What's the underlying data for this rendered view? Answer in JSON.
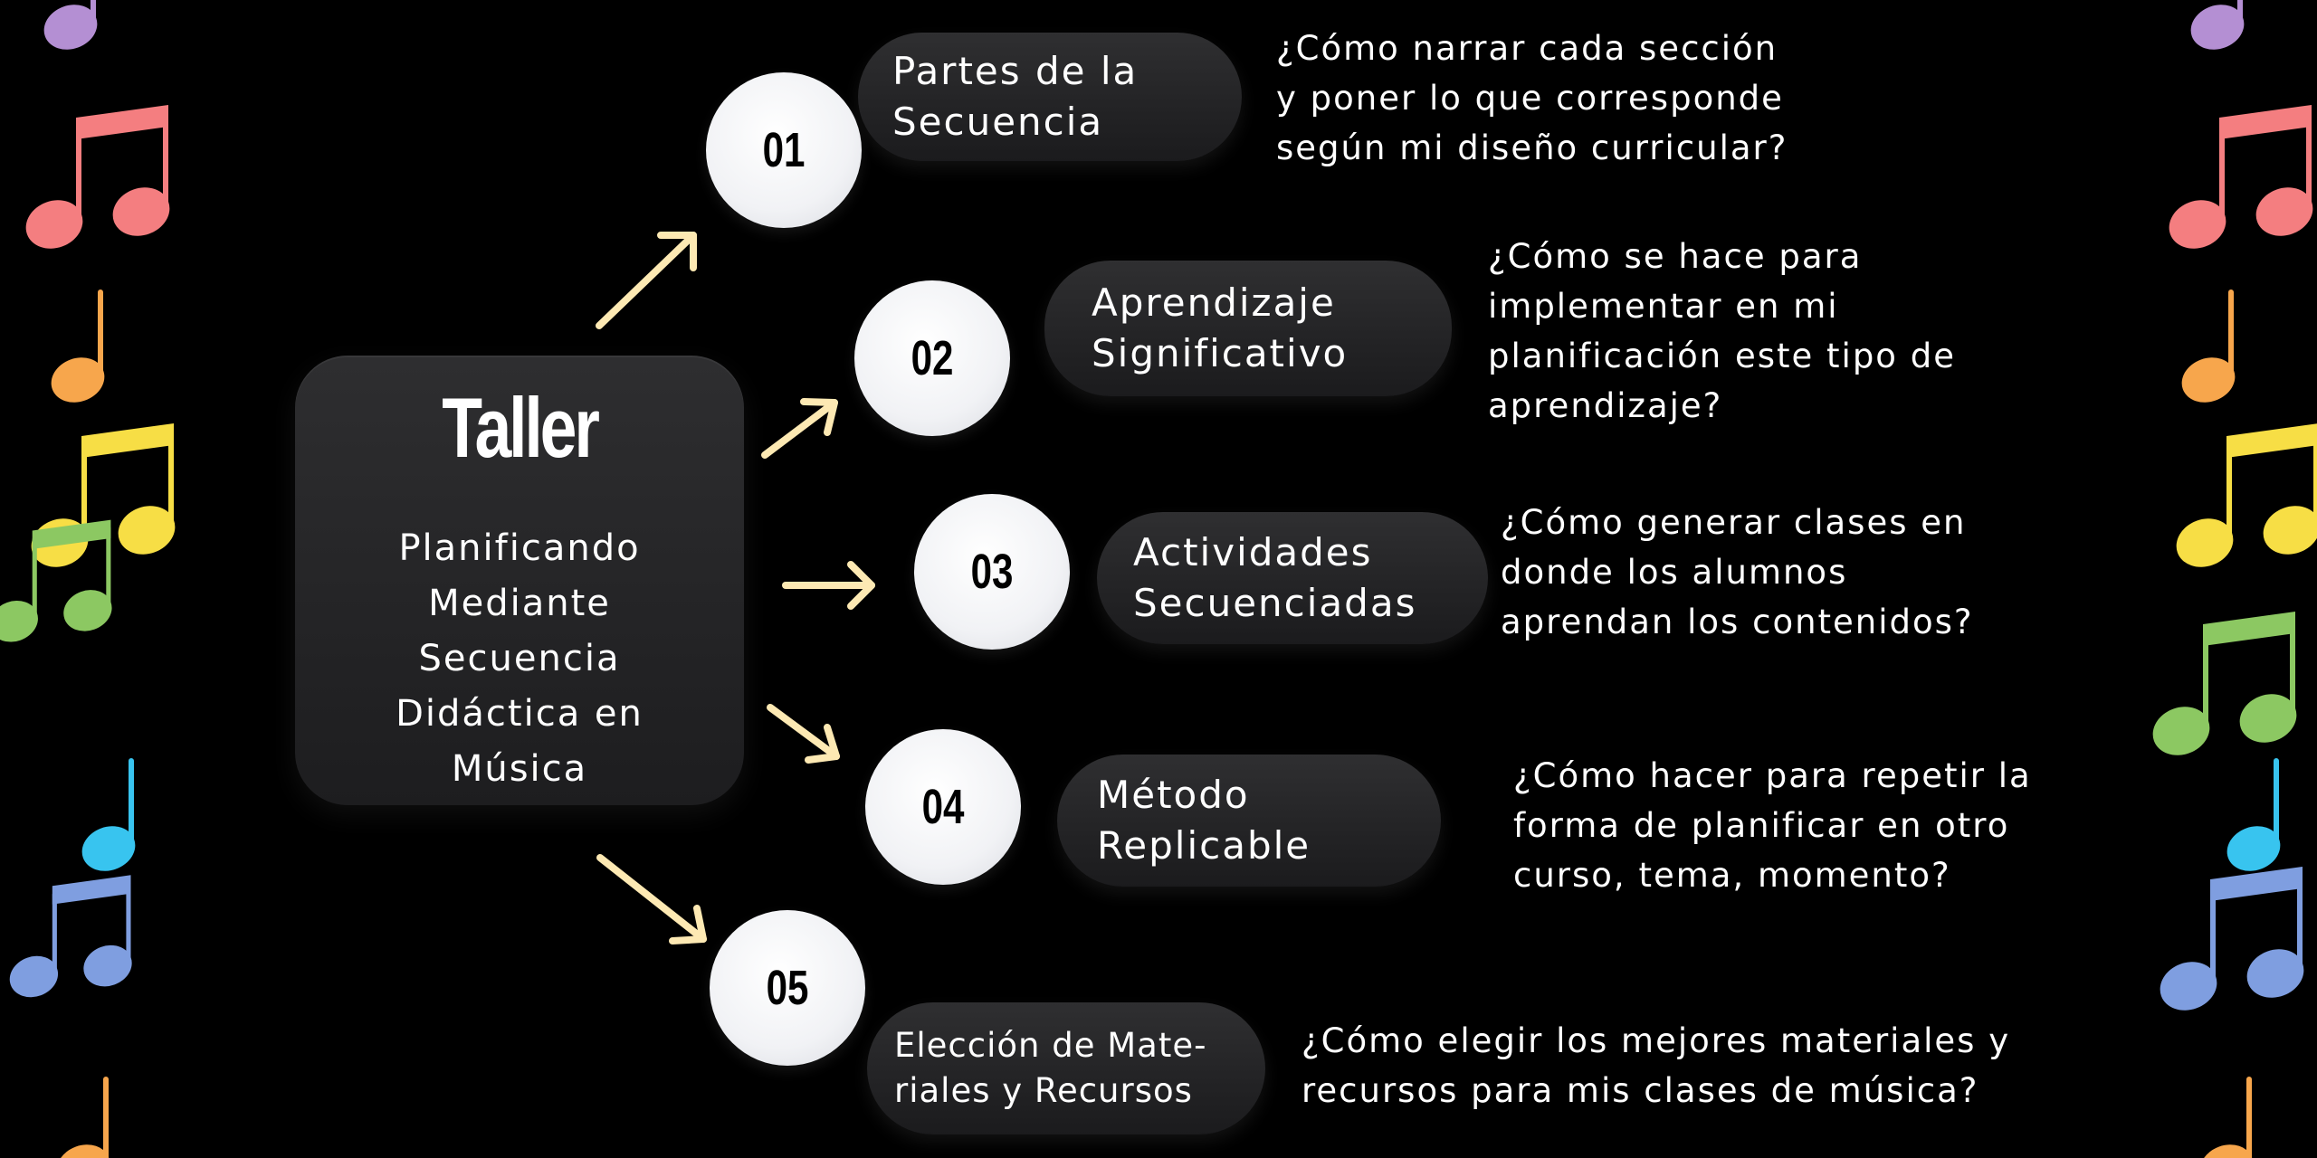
{
  "hub": {
    "title": "Taller",
    "subtitle": "Planificando\nMediante\nSecuencia\nDidáctica en\nMúsica"
  },
  "items": [
    {
      "number": "01",
      "label": "Partes de la\nSecuencia",
      "question": "¿Cómo narrar cada sección\ny poner lo que corresponde\nsegún mi diseño curricular?"
    },
    {
      "number": "02",
      "label": "Aprendizaje\nSignificativo",
      "question": "¿Cómo se hace para\nimplementar en mi\nplanificación este tipo de\naprendizaje?"
    },
    {
      "number": "03",
      "label": "Actividades\nSecuenciadas",
      "question": "¿Cómo generar clases en\ndonde los alumnos\naprendan los contenidos?"
    },
    {
      "number": "04",
      "label": "Método\nReplicable",
      "question": "¿Cómo hacer para repetir la\nforma de planificar en otro\ncurso, tema, momento?"
    },
    {
      "number": "05",
      "label": "Elección de Mate-\nriales y Recursos",
      "question": "¿Cómo elegir los mejores materiales y\nrecursos para mis clases de música?"
    }
  ],
  "colors": {
    "background": "#000000",
    "arrow": "#fde9b3",
    "notes": [
      "#b48fd3",
      "#f47e80",
      "#f7a64c",
      "#f7de45",
      "#8cc862",
      "#38c4ef",
      "#7f9ee0"
    ]
  },
  "decor": {
    "icon": "music-note-icon"
  }
}
